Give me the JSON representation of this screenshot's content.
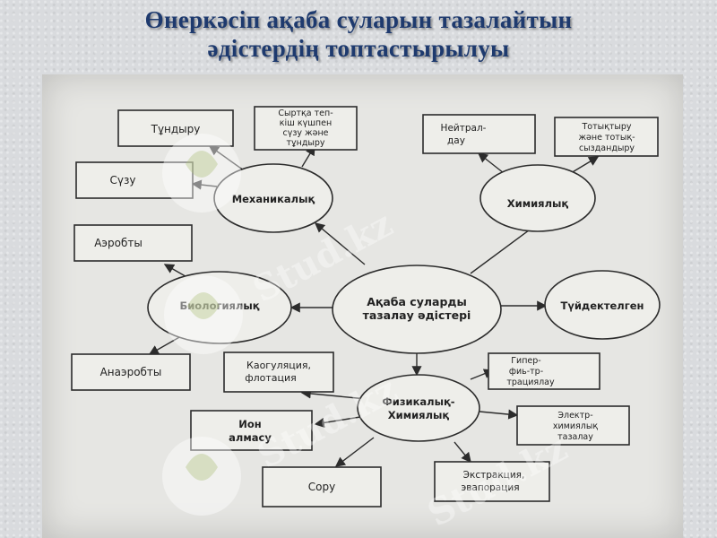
{
  "title": {
    "line1": "Өнеркәсіп ақаба суларын тазалайтын",
    "line2": "әдістердің топтастырылуы"
  },
  "center": {
    "line1": "Ақаба суларды",
    "line2": "тазалау әдістері"
  },
  "groups": {
    "mechanical": "Механикалық",
    "chemical": "Химиялық",
    "biological": "Биологиялық",
    "physchem": {
      "line1": "Физикалық-",
      "line2": "Химиялық"
    },
    "thermal": "Түйдектелген"
  },
  "leaves": {
    "tundyru": "Тұндыру",
    "syrtqa": [
      "Сыртқа теп-",
      "кіш күшпен",
      "сүзу және",
      "тұндыру"
    ],
    "suzu": "Сүзу",
    "neitral": [
      "Нейтрал-",
      "дау"
    ],
    "totyktyru": [
      "Тотықтыру",
      "және тотық-",
      "сыздандыру"
    ],
    "aerobty": "Аэробты",
    "anaerobty": "Анаэробты",
    "koagul": [
      "Каогуляция,",
      "флотация"
    ],
    "giper": [
      "Гипер-",
      "фиь-тр-",
      "трациялау"
    ],
    "ion": [
      "Ион",
      "алмасу"
    ],
    "elektr": [
      "Электр-",
      "химиялық",
      "тазалау"
    ],
    "soru": "Сору",
    "ekstr": [
      "Экстракция,",
      "эвапорация"
    ]
  },
  "watermark": "Stud.kz",
  "colors": {
    "title": "#1e3a6e",
    "sheet": "#e6e6e3",
    "ink": "#2c2c2c",
    "background": "#d9dbde"
  }
}
